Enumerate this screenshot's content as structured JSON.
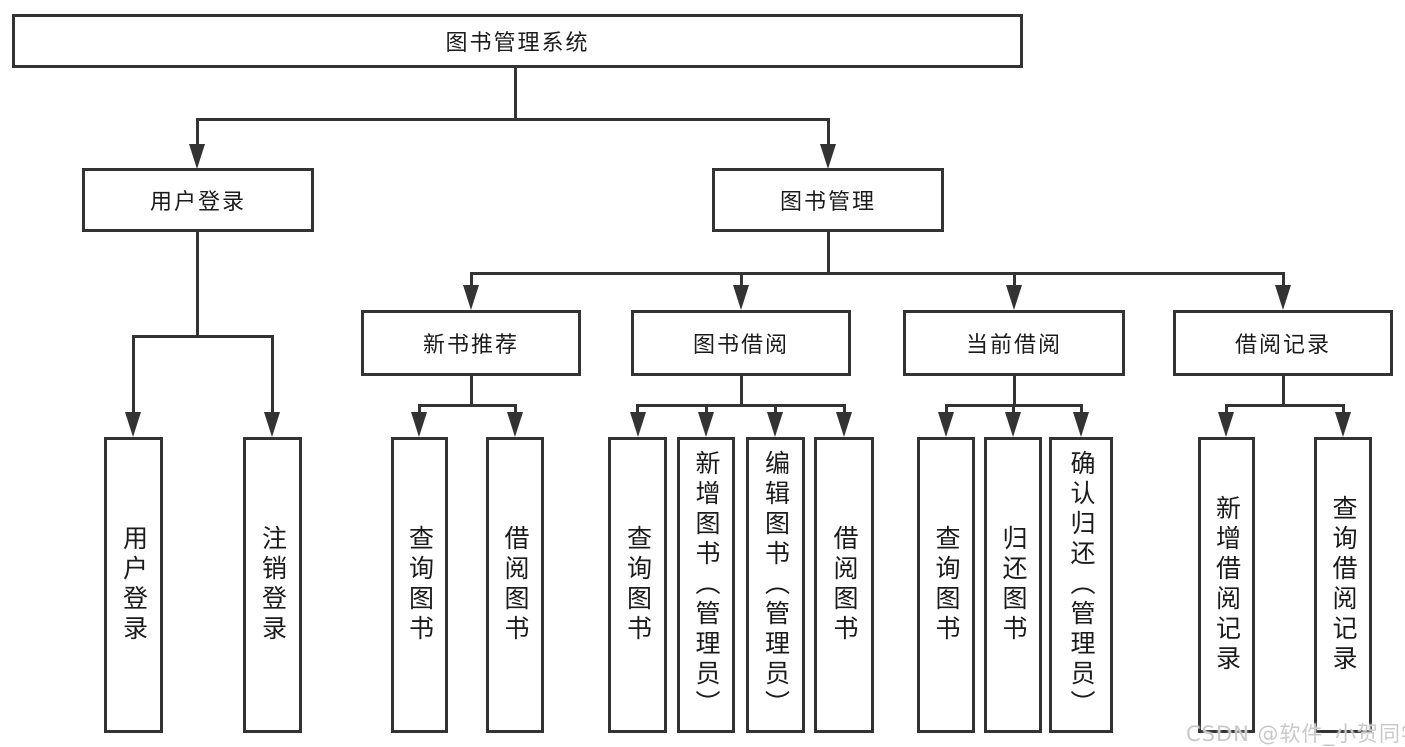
{
  "colors": {
    "line": "#333333",
    "text": "#1b1b1b",
    "background": "#ffffff",
    "watermark": "#c9c9c9"
  },
  "tree": {
    "root": {
      "label": "图书管理系统",
      "children": [
        {
          "label": "用户登录",
          "children": [
            {
              "label": "用户登录"
            },
            {
              "label": "注销登录"
            }
          ]
        },
        {
          "label": "图书管理",
          "children": [
            {
              "label": "新书推荐",
              "children": [
                {
                  "label": "查询图书"
                },
                {
                  "label": "借阅图书"
                }
              ]
            },
            {
              "label": "图书借阅",
              "children": [
                {
                  "label": "查询图书"
                },
                {
                  "label": "新增图书（管理员）"
                },
                {
                  "label": "编辑图书（管理员）"
                },
                {
                  "label": "借阅图书"
                }
              ]
            },
            {
              "label": "当前借阅",
              "children": [
                {
                  "label": "查询图书"
                },
                {
                  "label": "归还图书"
                },
                {
                  "label": "确认归还（管理员）"
                }
              ]
            },
            {
              "label": "借阅记录",
              "children": [
                {
                  "label": "新增借阅记录"
                },
                {
                  "label": "查询借阅记录"
                }
              ]
            }
          ]
        }
      ]
    }
  },
  "watermark": {
    "text": "CSDN @软件_小贺同学"
  }
}
